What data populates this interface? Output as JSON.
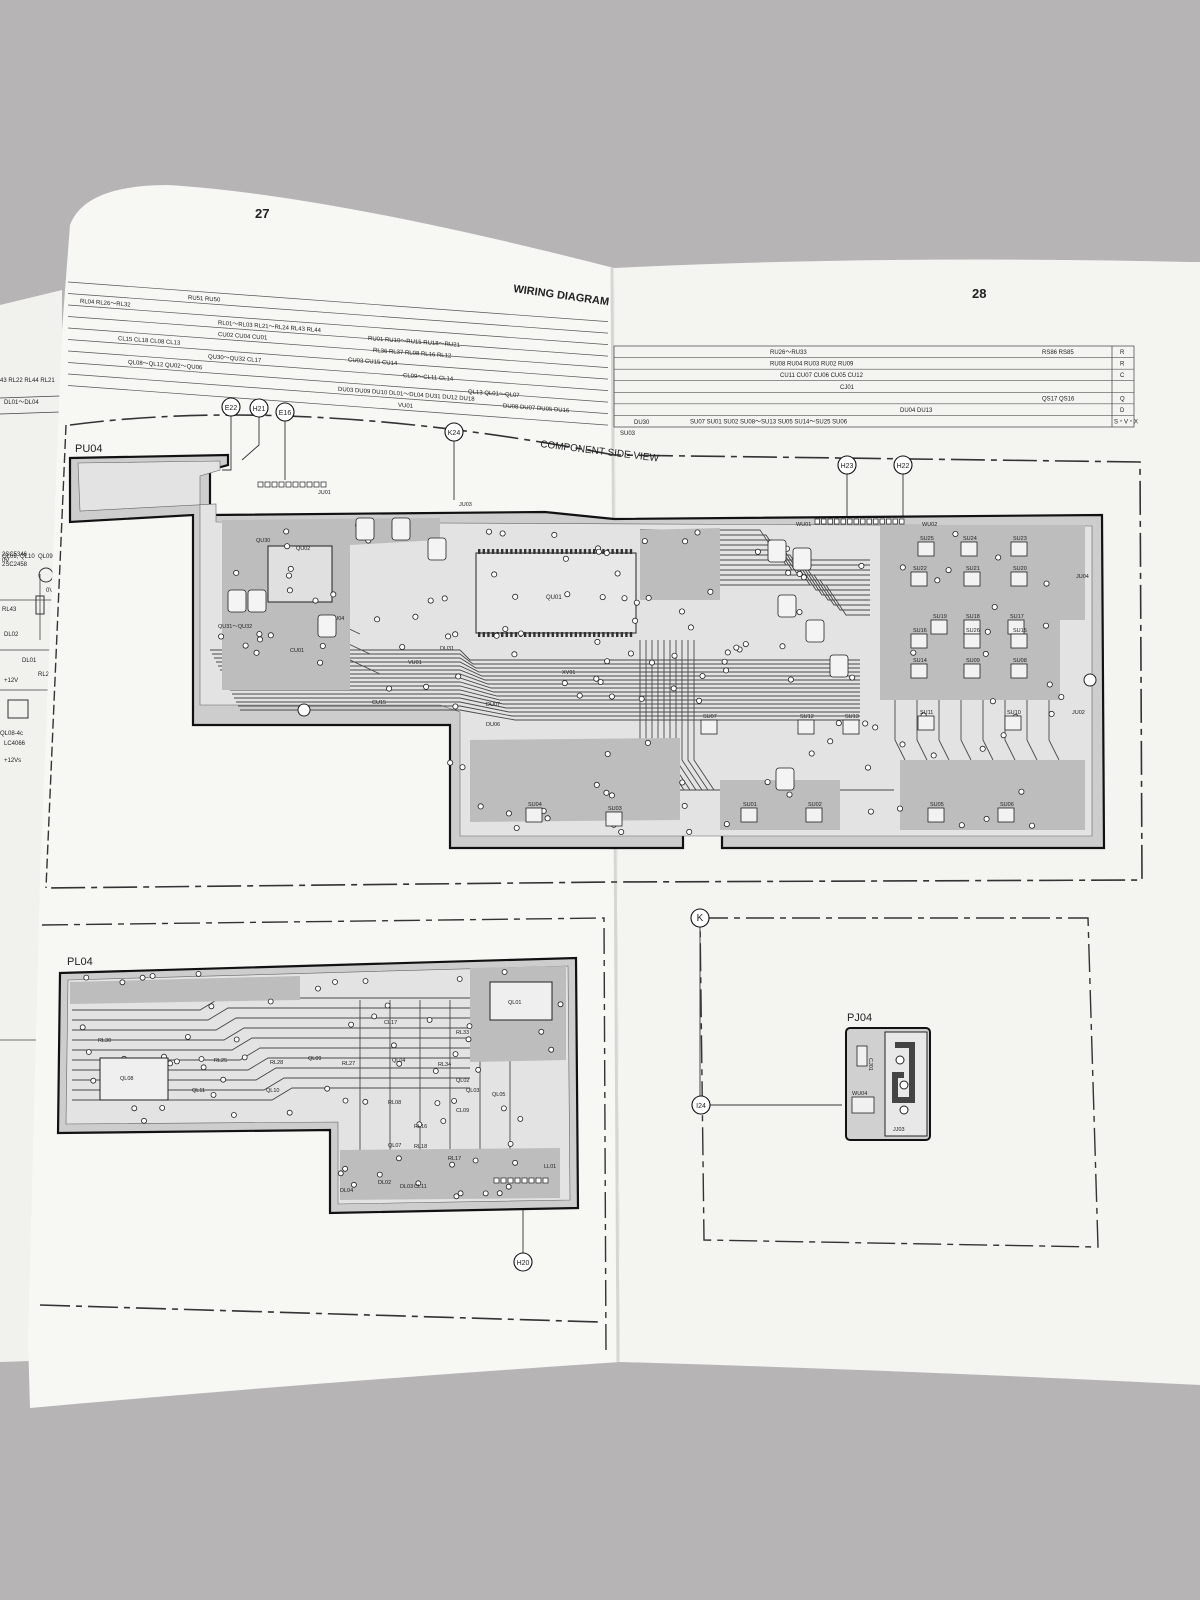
{
  "page_numbers": {
    "left": "27",
    "right": "28"
  },
  "title": "WIRING DIAGRAM",
  "view_label": "COMPONENT SIDE VIEW",
  "boards": {
    "main": "PU04",
    "lower_left": "PL04",
    "lower_right": "PJ04"
  },
  "connector_markers": [
    "E22",
    "H21",
    "E16",
    "K24",
    "H23",
    "H22",
    "H20",
    "K",
    "I24"
  ],
  "left_index_rows": [
    "RU51   RU50",
    "RL04 RL26～RL32",
    "RL01～RL03 RL21～RL24   RL43 RL44",
    "CU02  CU04   CU01",
    "CL15   CL18   CL08 CL13",
    "QU30～QU32   CL17",
    "QL08～QL12   QU02～QU06",
    "DU03 DU09 DU10 DL01～DL04 DU31 DU12 DU18",
    "VU01"
  ],
  "left_index_row_secondary": [
    "RU01 RU10～RU15 RU18～RU21",
    "RL36 RL37 RL08 RL16 RL12",
    "CU03 CU15 CU14",
    "CL09～CL11 CL14",
    "QL13 QL01～QL07",
    "DU08 DU07 DU05 DU16"
  ],
  "right_index_rows": [
    {
      "label": "RU26～RU33",
      "extra": "RS86 RS85",
      "code": "R"
    },
    {
      "label": "RU08 RU04 RU03 RU02 RU09",
      "extra": "",
      "code": "R"
    },
    {
      "label": "CU11 CU07 CU06 CU05 CU12",
      "extra": "",
      "code": "C"
    },
    {
      "label": "CJ01",
      "extra": "",
      "code": ""
    },
    {
      "label": "",
      "extra": "QS17 QS16",
      "code": "Q"
    },
    {
      "label": "DU04   DU13",
      "extra": "",
      "code": "D"
    },
    {
      "label": "SU07  SU01   SU02  SU08～SU13   SU05   SU14～SU25 SU06",
      "extra": "",
      "code": "S・V・X"
    }
  ],
  "right_index_left_labels": [
    "DU30",
    "SU03"
  ],
  "main_board_parts": [
    "JU01",
    "JU03",
    "QU01",
    "QU02",
    "QU04",
    "QU30",
    "QU31～QU32",
    "CU01",
    "CU15",
    "DU31",
    "DU07",
    "DU06",
    "VU01",
    "WU01",
    "WU02",
    "JU04",
    "JU02",
    "SU25",
    "SU24",
    "SU23",
    "SU22",
    "SU21",
    "SU20",
    "SU19",
    "SU18",
    "SU17",
    "SU16",
    "SU26",
    "SU15",
    "SU14",
    "SU09",
    "SU08",
    "SU11",
    "SU10",
    "SU07",
    "SU12",
    "SU13",
    "SU04",
    "SU03",
    "SU01",
    "SU02",
    "SU05",
    "SU06",
    "XV01"
  ],
  "pl_board_parts": [
    "RL30",
    "QL08",
    "QL11",
    "QL10",
    "QL09",
    "RL28",
    "RL25",
    "RL27",
    "CL17",
    "QL04",
    "QL01",
    "QL02",
    "QL03",
    "QL05",
    "QL07",
    "RL33",
    "RL34",
    "RL08",
    "RL16",
    "RL18",
    "RL17",
    "CL11",
    "CL09",
    "DL02",
    "DL03",
    "DL04",
    "LL01"
  ],
  "pj_board_parts": [
    "CJ01",
    "WU04",
    "JJ03"
  ],
  "left_page_fragments": [
    "43 RL22 RL44 RL21",
    "DL01～DL04",
    "QL09, QL10",
    "2SC5346",
    "2SC2458",
    "QL09",
    "0V",
    "RL43",
    "DL02",
    "DL01",
    "RL2",
    "+12V",
    "QL08-4c",
    "LC4066",
    "+12Vs",
    "0V"
  ],
  "colors": {
    "background": "#b7b4b5",
    "paper": "#f6f6f3",
    "board_fill": "#cfcfcf",
    "trace": "#4a4a4a",
    "ink": "#1e1e1e"
  }
}
